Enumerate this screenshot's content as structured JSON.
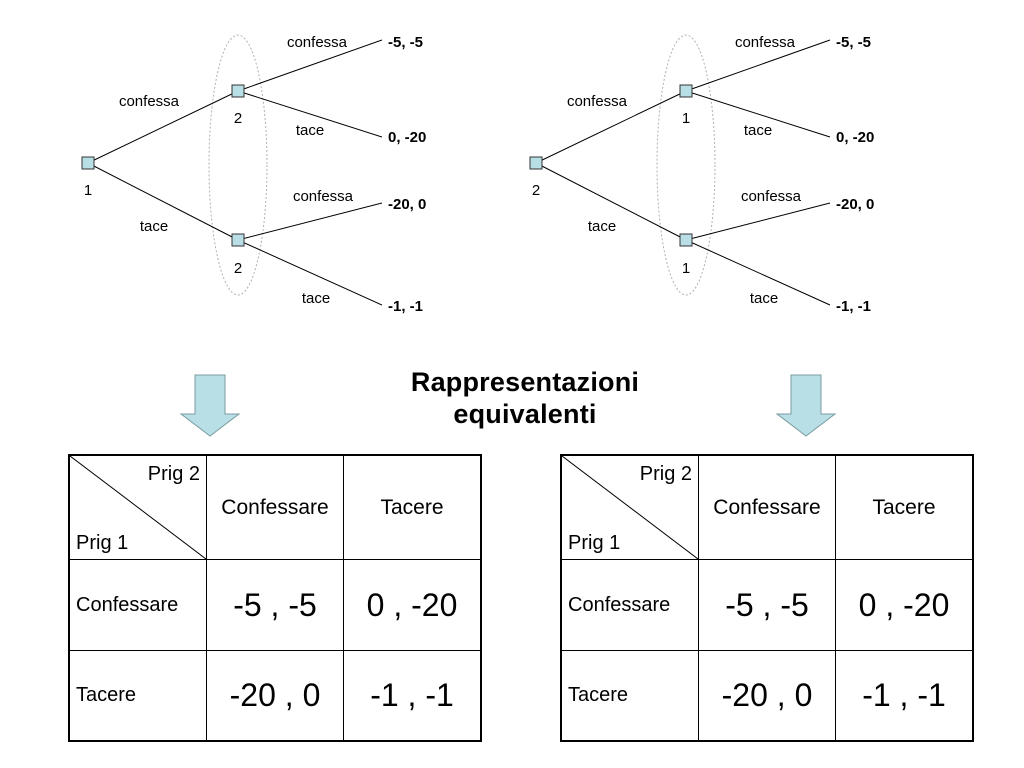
{
  "title": {
    "line1": "Rappresentazioni",
    "line2": "equivalenti"
  },
  "trees": [
    {
      "root_player": "1",
      "upper_node_player": "2",
      "lower_node_player": "2",
      "root_upper_action": "confessa",
      "root_lower_action": "tace",
      "upper_node_actions": [
        "confessa",
        "tace"
      ],
      "lower_node_actions": [
        "confessa",
        "tace"
      ],
      "payoffs": [
        "-5, -5",
        "0, -20",
        "-20, 0",
        "-1, -1"
      ]
    },
    {
      "root_player": "2",
      "upper_node_player": "1",
      "lower_node_player": "1",
      "root_upper_action": "confessa",
      "root_lower_action": "tace",
      "upper_node_actions": [
        "confessa",
        "tace"
      ],
      "lower_node_actions": [
        "confessa",
        "tace"
      ],
      "payoffs": [
        "-5, -5",
        "0, -20",
        "-20, 0",
        "-1, -1"
      ]
    }
  ],
  "matrices": [
    {
      "col_player": "Prig 2",
      "row_player": "Prig 1",
      "columns": [
        "Confessare",
        "Tacere"
      ],
      "rows": [
        {
          "label": "Confessare",
          "cells": [
            "-5 , -5",
            "0 , -20"
          ]
        },
        {
          "label": "Tacere",
          "cells": [
            "-20 , 0",
            "-1 , -1"
          ]
        }
      ]
    },
    {
      "col_player": "Prig 2",
      "row_player": "Prig 1",
      "columns": [
        "Confessare",
        "Tacere"
      ],
      "rows": [
        {
          "label": "Confessare",
          "cells": [
            "-5 , -5",
            "0 , -20"
          ]
        },
        {
          "label": "Tacere",
          "cells": [
            "-20 , 0",
            "-1 , -1"
          ]
        }
      ]
    }
  ],
  "colors": {
    "node_fill": "#b9dfe6",
    "arrow_fill": "#b9dfe6",
    "info_set_stroke": "#b0b0b0"
  }
}
